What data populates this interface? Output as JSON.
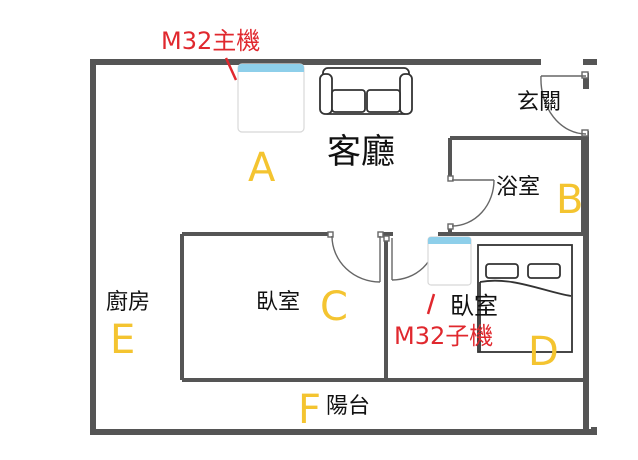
{
  "colors": {
    "wall": "#555555",
    "zone_letter": "#f4c430",
    "annotation": "#e0282e",
    "router_top": "#8ecfea",
    "text": "#111111"
  },
  "annotations": {
    "main_node": "M32主機",
    "satellite_node": "M32子機"
  },
  "rooms": {
    "living_room": "客廳",
    "entrance": "玄關",
    "bathroom": "浴室",
    "kitchen": "廚房",
    "bedroom_left": "臥室",
    "bedroom_right": "臥室",
    "balcony": "陽台"
  },
  "zones": {
    "a": "A",
    "b": "B",
    "c": "C",
    "d": "D",
    "e": "E",
    "f": "F"
  },
  "icons": [
    "router-icon",
    "sofa-icon",
    "bed-icon",
    "door-icon"
  ]
}
